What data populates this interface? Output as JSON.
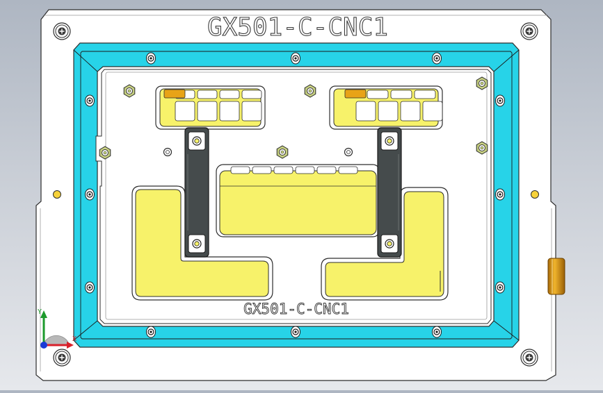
{
  "part_label_top": "GX501-C-CNC1",
  "part_label_bottom": "GX501-C-CNC1",
  "triad": {
    "x_label": "X",
    "y_label": "Y"
  },
  "colors": {
    "background_top": "#aeb6c2",
    "plate": "#ffffff",
    "frame_cyan": "#27d3e8",
    "pocket_yellow": "#f7f26a",
    "clamp_dark": "#454b4c",
    "cylinder_orange": "#e8a317",
    "outline": "#2d2d2d"
  },
  "icons": [
    "screw-icon",
    "bolt-icon",
    "hex-nut-icon",
    "coordinate-triad-icon"
  ]
}
